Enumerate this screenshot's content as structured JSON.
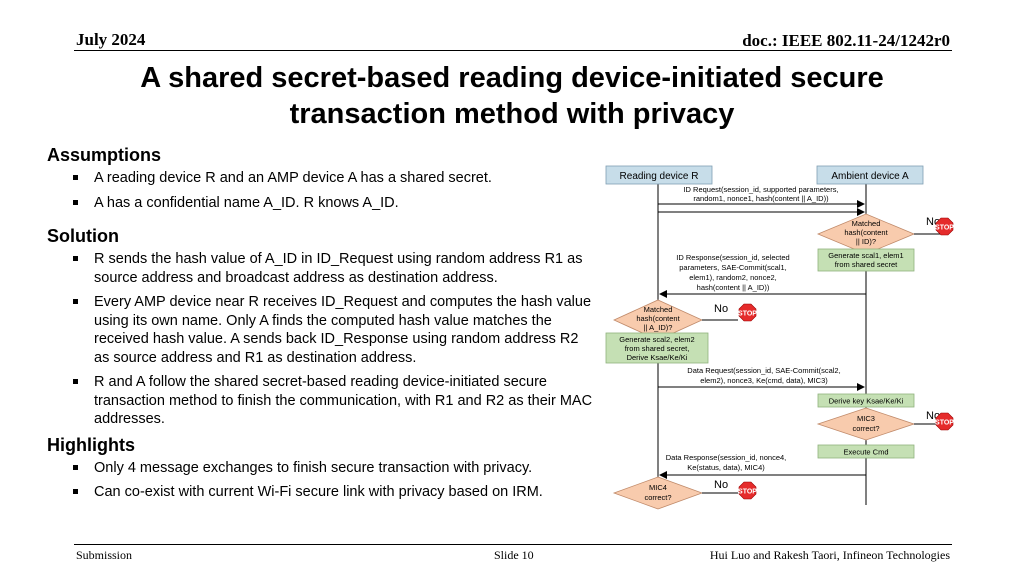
{
  "header": {
    "date": "July 2024",
    "doc": "doc.: IEEE 802.11-24/1242r0"
  },
  "title": {
    "line1": "A shared secret-based reading device-initiated secure",
    "line2": "transaction method with privacy"
  },
  "sections": {
    "assumptions": {
      "heading": "Assumptions",
      "items": [
        "A reading device R and an AMP device A has a shared secret.",
        "A has a confidential name A_ID. R knows A_ID."
      ]
    },
    "solution": {
      "heading": "Solution",
      "items": [
        "R sends the hash value of A_ID in ID_Request using random address R1 as source address and broadcast address as destination address.",
        "Every AMP device near R receives ID_Request and computes the hash value using its own name. Only A finds the computed hash value matches the received hash value. A sends back ID_Response using random address R2 as source address and R1 as destination address.",
        "R and A follow the shared secret-based reading device-initiated secure transaction method to finish the communication, with R1 and R2 as their MAC addresses."
      ]
    },
    "highlights": {
      "heading": "Highlights",
      "items": [
        "Only 4 message exchanges to finish secure transaction with privacy.",
        "Can co-exist with current Wi-Fi secure link with privacy based on IRM."
      ]
    }
  },
  "diagram": {
    "reader_label": "Reading device R",
    "ambient_label": "Ambient device A",
    "msg1": {
      "line1": "ID Request(session_id,  supported parameters,",
      "line2": "random1, nonce1, hash(content || A_ID))"
    },
    "diamond1": {
      "line1": "Matched",
      "line2": "hash(content",
      "line3": "|| ID)?"
    },
    "no1": "No",
    "stop": "STOP",
    "box1": {
      "line1": "Generate scal1, elem1",
      "line2": "from shared secret"
    },
    "msg2": {
      "line1": "ID Response(session_id,  selected",
      "line2": "parameters, SAE-Commit(scal1,",
      "line3": "elem1), random2, nonce2,",
      "line4": "hash(content  || A_ID))"
    },
    "diamond2": {
      "line1": "Matched",
      "line2": "hash(content",
      "line3": "|| A_ID)?"
    },
    "no2": "No",
    "box2": {
      "line1": "Generate scal2, elem2",
      "line2": "from shared secret,",
      "line3": "Derive Ksae/Ke/Ki"
    },
    "msg3": {
      "line1": "Data Request(session_id,  SAE-Commit(scal2,",
      "line2": "elem2), nonce3, Ke(cmd, data), MIC3)"
    },
    "box3": "Derive key Ksae/Ke/Ki",
    "diamond3": {
      "line1": "MIC3",
      "line2": "correct?"
    },
    "no3": "No",
    "box4": "Execute Cmd",
    "msg4": {
      "line1": "Data Response(session_id,  nonce4,",
      "line2": "Ke(status, data), MIC4)"
    },
    "diamond4": {
      "line1": "MIC4",
      "line2": "correct?"
    },
    "no4": "No",
    "colors": {
      "header_box": "#c7dde9",
      "diamond": "#f8cbad",
      "green_box": "#c5e0b4",
      "stop": "#e52b2b"
    }
  },
  "footer": {
    "left": "Submission",
    "center": "Slide 10",
    "right": "Hui Luo and Rakesh Taori, Infineon Technologies"
  }
}
